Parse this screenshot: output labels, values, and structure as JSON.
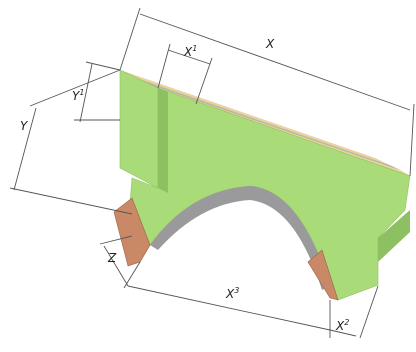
{
  "diagram": {
    "labels": {
      "x": "X",
      "x1_base": "X",
      "x1_sup": "1",
      "y": "Y",
      "y1_base": "Y",
      "y1_sup": "1",
      "z": "Z",
      "x2_base": "X",
      "x2_sup": "2",
      "x3_base": "X",
      "x3_sup": "3"
    },
    "colors": {
      "face_top": "#9ec86f",
      "face_front": "#a9dc79",
      "face_side": "#8cc060",
      "stripe_tan": "#ecd39c",
      "stripe_gray": "#b9b8a6",
      "cut_brown": "#c98866",
      "arch_gray": "#9a9a9c",
      "line": "#555555"
    }
  }
}
